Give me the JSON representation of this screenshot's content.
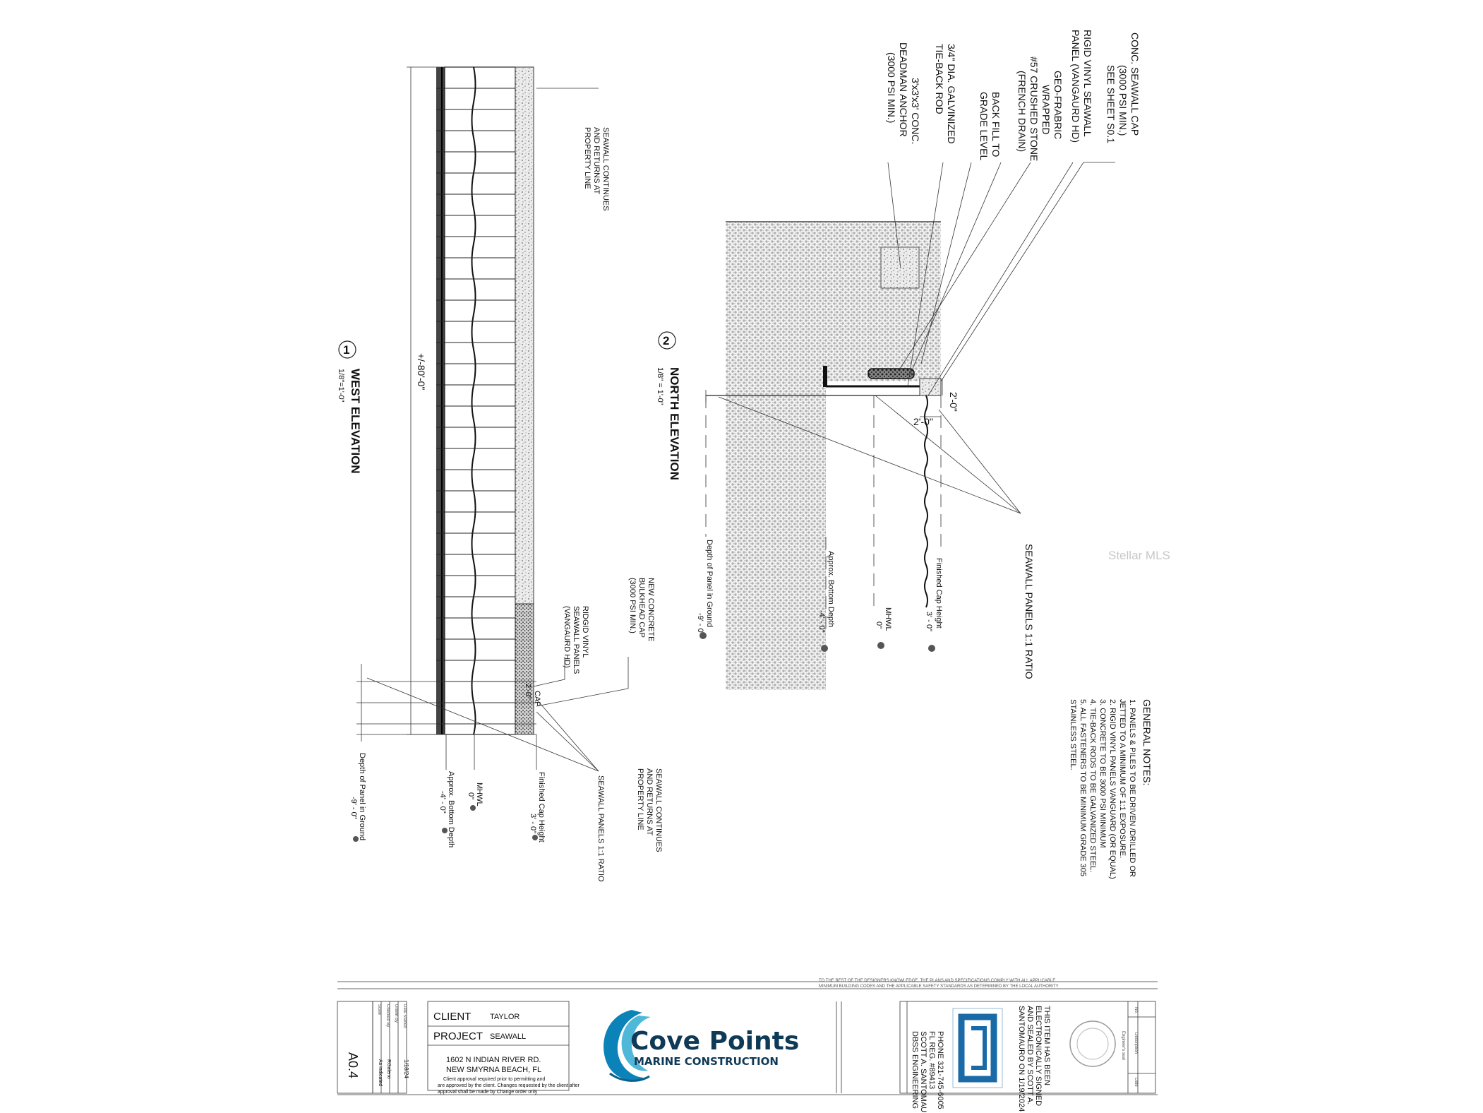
{
  "watermark": "Stellar MLS",
  "north_callouts": [
    "CONC. SEAWALL CAP",
    "(3000 PSI MIN.)",
    "SEE SHEET S0.1",
    "RIGID VINYL SEAWALL",
    "PANEL (VANGAURD HD)",
    "GEO-FRABRIC",
    "WRAPPED",
    "#57 CRUSHED STONE",
    "(FRENCH DRAIN)",
    "BACK FILL TO",
    "GRADE LEVEL",
    "3/4\" DIA. GALVINIZED",
    "TIE-BACK ROD",
    "3'x3'x3' CONC.",
    "DEADMAN ANCHOR",
    "(3000 PSI MIN.)"
  ],
  "north_dims": {
    "cap_width": "2'-0\"",
    "cap_height": "2'-0\""
  },
  "north_elevation": {
    "number": "2",
    "title": "NORTH ELEVATION",
    "scale": "1/8\" = 1'-0\"",
    "panels_ratio": "SEAWALL PANELS 1:1 RATIO",
    "finished_cap": {
      "label": "Finished Cap Height",
      "value": "3' - 0\""
    },
    "mhwl": {
      "label": "MHWL",
      "value": "0\""
    },
    "bottom_depth": {
      "label": "Approx. Bottom Depth",
      "value": "-4' - 0\""
    },
    "panel_depth": {
      "label": "Depth of Panel in Ground",
      "value": "-9' - 0\""
    }
  },
  "general_notes": {
    "title": "GENERAL NOTES:",
    "lines": [
      "1.  PANELS & PILES TO BE DRIVEN /DRILLED OR",
      "     JETTED TO A MINIMUM OF 1:1 EXPOSURE.",
      "2.  RIGID VINYL PANELS VANGUARD (OR EQUAL)",
      "3.  CONCRETE TO BE 3000 PSI MINIMUM",
      "4.  TIE-BACK RODS TO BE GALVANIZED STEEL.",
      "5.  ALL FASTENERS TO BE MINIMUM GRADE 305",
      "     STAINLESS STEEL."
    ]
  },
  "west_elevation": {
    "number": "1",
    "title": "WEST ELEVATION",
    "scale": "1/8\"=1'-0\"",
    "overall_dim": "+/-80'-0\"",
    "continues_top": [
      "SEAWALL CONTINUES",
      "AND RETURNS AT",
      "PROPERTY LINE"
    ],
    "continues_bottom": [
      "SEAWALL CONTINUES",
      "AND RETURNS AT",
      "PROPERTY LINE"
    ],
    "cap_note": [
      "NEW CONCRETE",
      "BULKHEAD CAP",
      "(3000 PSI MIN.)"
    ],
    "panel_note": [
      "RIDGID VINYL",
      "SEAWALL PANELS",
      "(VANGAURD HD)"
    ],
    "cap_dim": "2'-0\"",
    "cap_tag": "CAP",
    "panels_ratio": "SEAWALL PANELS 1:1 RATIO",
    "finished_cap": {
      "label": "Finished Cap Height",
      "value": "3' - 0\""
    },
    "mhwl": {
      "label": "MHWL",
      "value": "0\""
    },
    "bottom_depth": {
      "label": "Approx. Bottom Depth",
      "value": "-4' - 0\""
    },
    "panel_depth": {
      "label": "Depth of Panel in Ground",
      "value": "-9' - 0\""
    }
  },
  "title_block": {
    "client_label": "CLIENT",
    "client": "TAYLOR",
    "project_label": "PROJECT",
    "project": "SEAWALL",
    "address1": "1602 N INDIAN RIVER RD.",
    "address2": "NEW SMYRNA BEACH, FL",
    "approval": [
      "Client approval required prior to permitting and",
      "are approved by the client. Changes requested by the client after",
      "approval shall be made by Change order only"
    ],
    "sheet": "A0.4",
    "meta_labels": [
      "Date Started",
      "Drawn By",
      "Checked By",
      "Scale"
    ],
    "meta_values": [
      "1/18/24",
      "",
      "RGaleno",
      "As indicated"
    ],
    "company_line1": "Cove Points",
    "company_line2": "MARINE CONSTRUCTION",
    "engineer": [
      "DBSS ENGINEERING",
      "SCOTT A. SANTOMAURO",
      "FL REG. #89413",
      "PHONE 321-745-6005"
    ],
    "seal_text": [
      "THIS ITEM HAS BEEN",
      "ELECTRONICALLY SIGNED",
      "AND SEALED BY SCOTT A.",
      "SANTOMAURO ON 1/19/2024"
    ],
    "engineer_note": "Engineer's seal",
    "disclaimer": [
      "TO THE BEST OF THE DESIGNERS KNOWLEDGE, THE PLANS AND SPECIFICATIONS COMPLY WITH ALL APPLICABLE",
      "MINIMUM BUILDING CODES AND THE APPLICABLE SAFETY STANDARDS AS DETERMINED BY THE LOCAL AUTHORITY"
    ],
    "rev_headers": [
      "No.",
      "Description",
      "Date"
    ]
  }
}
